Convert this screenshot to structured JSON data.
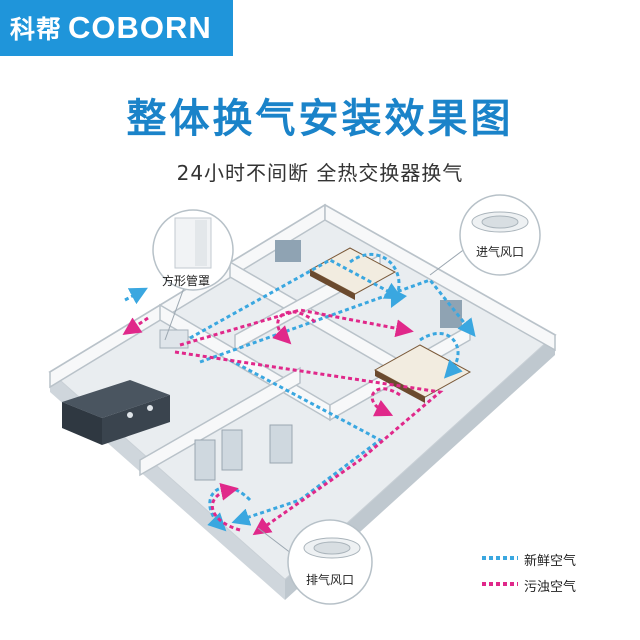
{
  "brand": {
    "cn": "科帮",
    "en": "COBORN",
    "color": "#1f95da"
  },
  "title": "整体换气安装效果图",
  "subtitle": "24小时不间断  全热交换器换气",
  "callouts": {
    "duct_cover": "方形管罩",
    "supply_vent": "进气风口",
    "exhaust_vent": "排气风口"
  },
  "legend": {
    "fresh_air": {
      "label": "新鲜空气",
      "color": "#3aa7e0"
    },
    "dirty_air": {
      "label": "污浊空气",
      "color": "#e0288a"
    }
  }
}
